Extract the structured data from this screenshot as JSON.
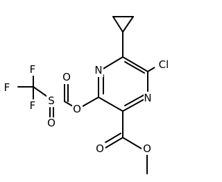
{
  "molecule": {
    "atoms": {
      "cl": "Cl",
      "n_top": "N",
      "n_bottom": "N",
      "o_triflate": "O",
      "s": "S",
      "o_sulfonyl_upper": "O",
      "o_sulfonyl_lower": "O",
      "f_left": "F",
      "f_top": "F",
      "f_bottom": "F",
      "o_carbonyl": "O",
      "o_ester": "O"
    }
  }
}
